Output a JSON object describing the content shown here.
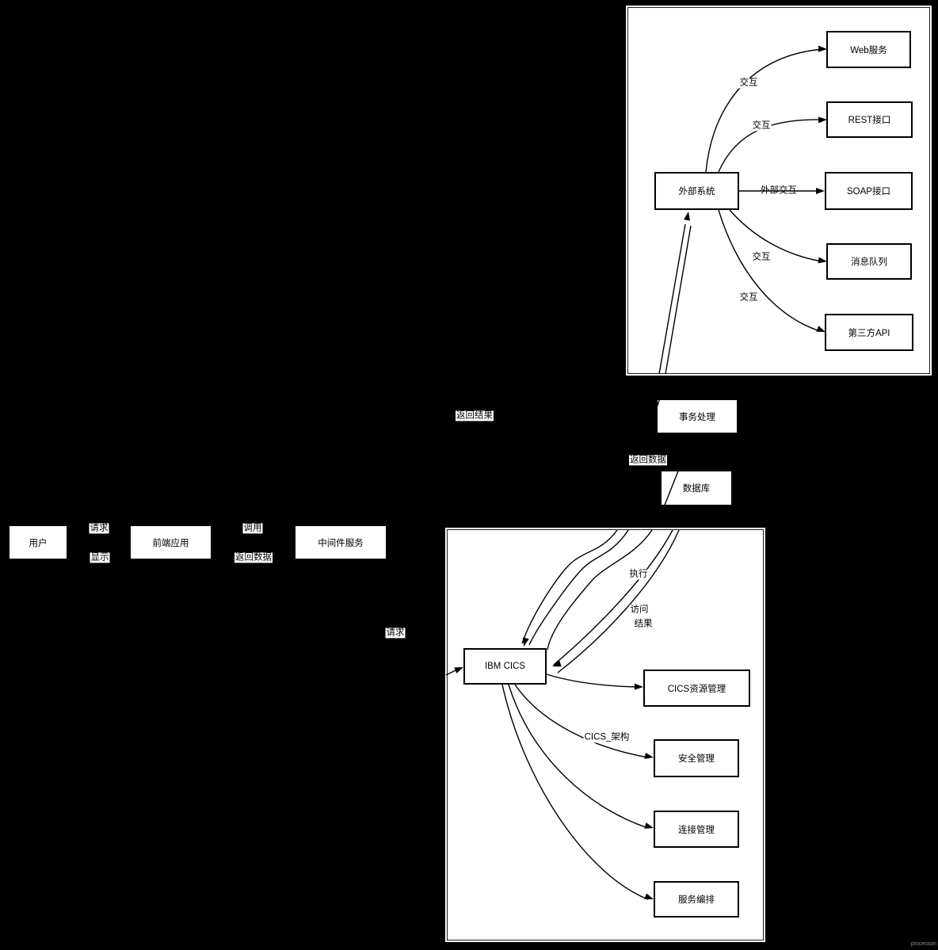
{
  "colors": {
    "background": "#000000",
    "node_fill": "#ffffff",
    "node_border": "#000000",
    "edge": "#000000",
    "label_background": "#ffffff",
    "watermark": "#8c8c8c"
  },
  "nodes": {
    "user": "用户",
    "frontend": "前端应用",
    "middleware": "中间件服务",
    "ibm_cics": "IBM CICS",
    "cics_resource": "CICS资源管理",
    "security": "安全管理",
    "connection": "连接管理",
    "orchestration": "服务编排",
    "transaction": "事务处理",
    "database": "数据库",
    "external": "外部系统",
    "web_service": "Web服务",
    "rest_api": "REST接口",
    "soap_api": "SOAP接口",
    "message_queue": "消息队列",
    "third_party": "第三方API"
  },
  "labels": {
    "request_user": "请求",
    "display": "显示",
    "call": "调用",
    "return_data_frontend": "返回数据",
    "request_cics": "请求",
    "return_result": "返回结果",
    "return_data_db": "返回数据",
    "execute": "执行",
    "access": "访问",
    "result": "结果",
    "cics_arch": "CICS_架构",
    "interact_web": "交互",
    "interact_rest": "交互",
    "external_interact": "外部交互",
    "interact_mq": "交互",
    "interact_3rd": "交互"
  },
  "watermark": "processon"
}
